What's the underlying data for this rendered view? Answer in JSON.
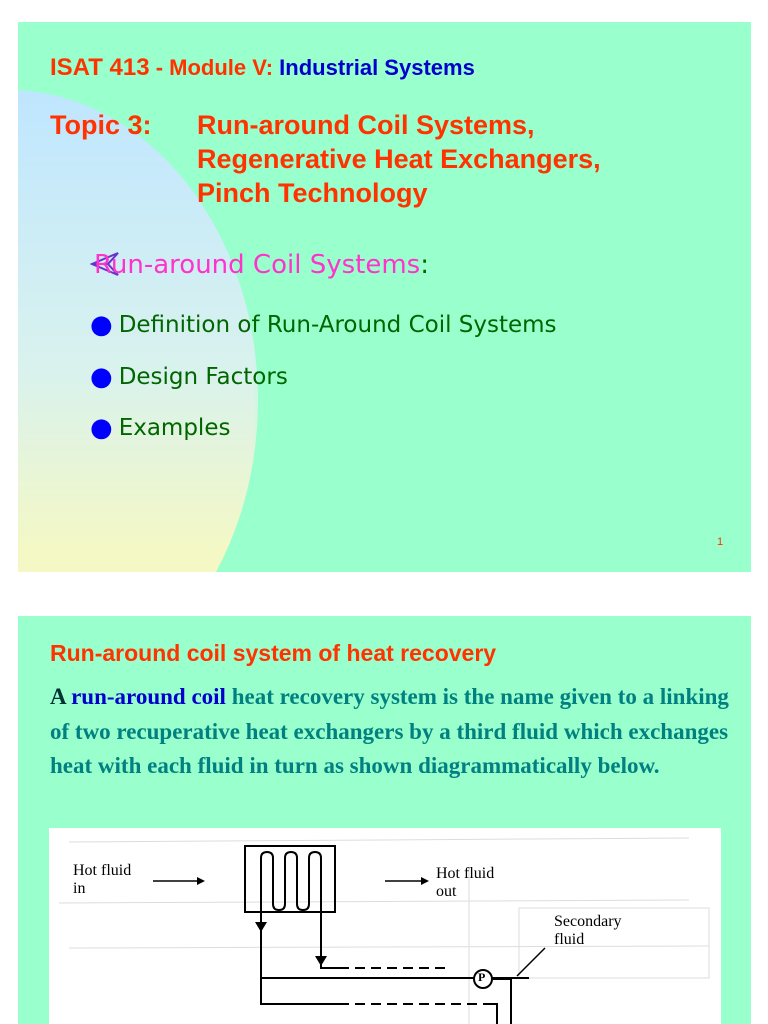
{
  "slide1": {
    "title": {
      "course": "ISAT 413",
      "sep": " - Module V: ",
      "module": "Industrial Systems"
    },
    "topic_label": "Topic 3:",
    "topic_lines": [
      "Run-around Coil Systems,",
      "Regenerative Heat Exchangers,",
      "Pinch Technology"
    ],
    "subheading": "Run-around Coil Systems",
    "subheading_colon": ":",
    "bullets": [
      "Definition of Run-Around Coil Systems",
      "Design Factors",
      "Examples"
    ],
    "page_number": "1",
    "icon": "arrow-pointer-icon"
  },
  "slide2": {
    "title": "Run-around coil system of heat recovery",
    "para": {
      "a": "A ",
      "highlight": "run-around coil",
      "rest": " heat recovery system is the name given to a linking of two recuperative heat exchangers by a third fluid which exchanges heat with each fluid in turn as shown diagrammatically below."
    },
    "diagram": {
      "hot_in_1": "Hot fluid",
      "hot_in_2": "in",
      "hot_out_1": "Hot fluid",
      "hot_out_2": "out",
      "secondary_1": "Secondary",
      "secondary_2": "fluid",
      "pump": "P"
    }
  },
  "colors": {
    "slide_bg": "#99ffcc",
    "title_orange": "#ff3300",
    "title_blue": "#0000cc",
    "subheading_pink": "#ff33cc",
    "bullet_green": "#006600",
    "para_teal": "#008080"
  }
}
